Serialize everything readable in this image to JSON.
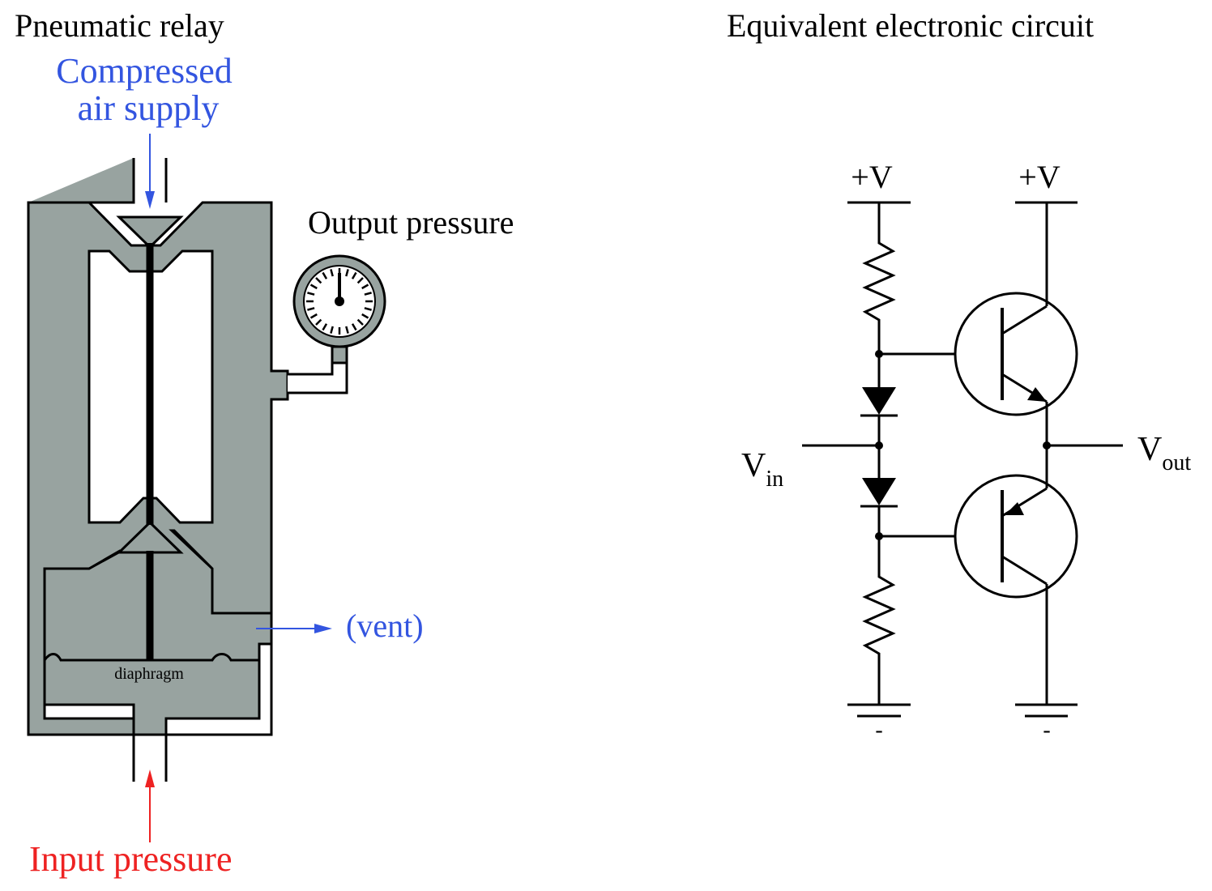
{
  "titles": {
    "relay": "Pneumatic relay",
    "circuit": "Equivalent electronic circuit"
  },
  "relay": {
    "supply_line1": "Compressed",
    "supply_line2": "air supply",
    "output": "Output pressure",
    "vent": "(vent)",
    "diaphragm": "diaphragm",
    "input": "Input pressure"
  },
  "circuit": {
    "vplus_left": "+V",
    "vplus_right": "+V",
    "vin_main": "V",
    "vin_sub": "in",
    "vout_main": "V",
    "vout_sub": "out",
    "ground_left": "-",
    "ground_right": "-"
  },
  "colors": {
    "supply": "#3355e0",
    "vent": "#3355e0",
    "input": "#ee2222",
    "body": "#98a3a0",
    "gauge_face": "#98a3a0"
  }
}
